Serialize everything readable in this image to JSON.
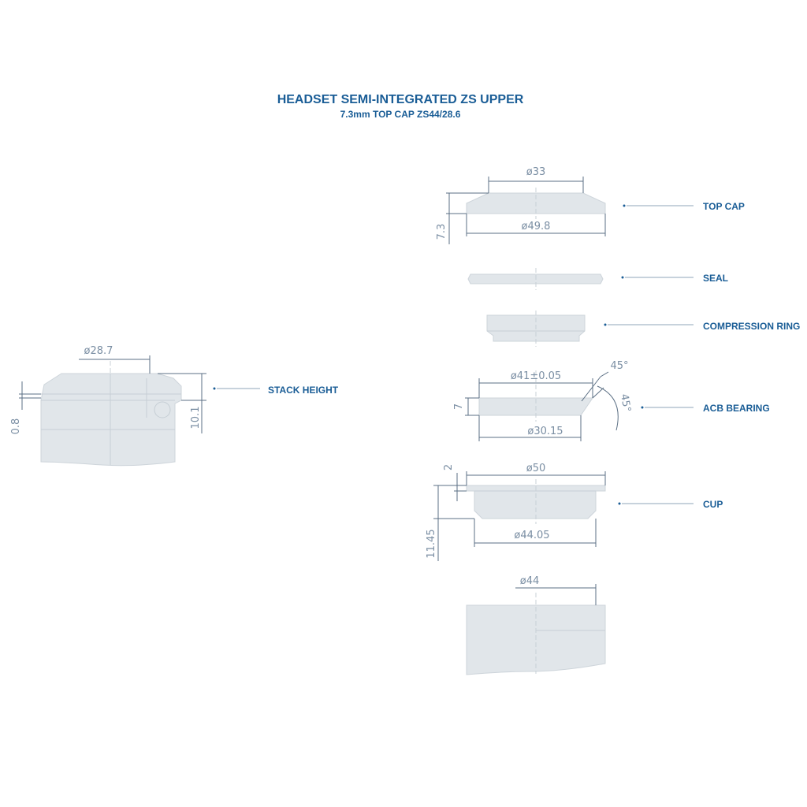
{
  "header": {
    "title": "HEADSET SEMI-INTEGRATED ZS UPPER",
    "subtitle": "7.3mm TOP CAP ZS44/28.6"
  },
  "labels": {
    "top_cap": "TOP CAP",
    "seal": "SEAL",
    "compression_ring": "COMPRESSION RING",
    "acb_bearing": "ACB BEARING",
    "cup": "CUP",
    "stack_height": "STACK HEIGHT"
  },
  "dimensions": {
    "top_cap_inner_diameter": "ø33",
    "top_cap_outer_diameter": "ø49.8",
    "top_cap_height": "7.3",
    "bearing_outer_diameter": "ø41±0.05",
    "bearing_inner_diameter": "ø30.15",
    "bearing_height": "7",
    "bearing_angle_top": "45°",
    "bearing_angle_side": "45°",
    "cup_outer_diameter": "ø50",
    "cup_inner_diameter": "ø44.05",
    "cup_lip_height": "2",
    "cup_height": "11.45",
    "frame_diameter": "ø44",
    "assembly_diameter": "ø28.7",
    "assembly_lip": "0.8",
    "assembly_stack": "10.1"
  },
  "colors": {
    "accent": "#1a5d96",
    "part_fill": "#e1e6ea",
    "dimension_text": "#7a8ea3"
  }
}
